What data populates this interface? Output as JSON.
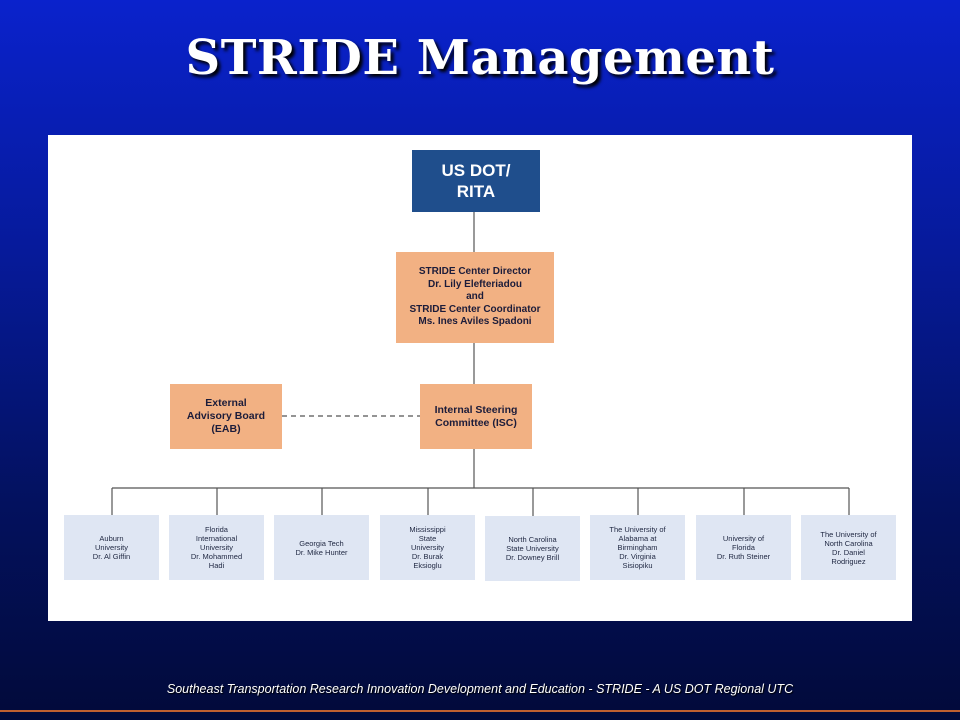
{
  "slide": {
    "title": "STRIDE Management",
    "footer": "Southeast Transportation Research Innovation Development and Education - STRIDE - A US DOT Regional UTC"
  },
  "org_chart": {
    "top": {
      "text": "US DOT/\nRITA"
    },
    "director": {
      "text": "STRIDE Center Director\nDr. Lily Elefteriadou\nand\nSTRIDE Center Coordinator\nMs. Ines Aviles Spadoni"
    },
    "eab": {
      "text": "External\nAdvisory Board\n(EAB)"
    },
    "isc": {
      "text": "Internal Steering\nCommittee (ISC)"
    },
    "universities": [
      {
        "text": "Auburn\nUniversity\nDr. Al Giffin"
      },
      {
        "text": "Florida\nInternational\nUniversity\nDr. Mohammed\nHadi"
      },
      {
        "text": "Georgia Tech\nDr. Mike Hunter"
      },
      {
        "text": "Mississippi\nState\nUniversity\nDr. Burak\nEksioglu"
      },
      {
        "text": "North Carolina\nState University\nDr. Downey Brill"
      },
      {
        "text": "The University of\nAlabama at\nBirmingham\nDr. Virginia\nSisiopiku"
      },
      {
        "text": "University of\nFlorida\nDr. Ruth Steiner"
      },
      {
        "text": "The University of\nNorth Carolina\nDr. Daniel\nRodriguez"
      }
    ]
  },
  "colors": {
    "background_top": "#0a22cc",
    "background_bottom": "#020a3a",
    "dot_box": "#1f4e8c",
    "orange_box": "#f2b183",
    "university_box": "#dfe6f3",
    "connector": "#555555"
  }
}
